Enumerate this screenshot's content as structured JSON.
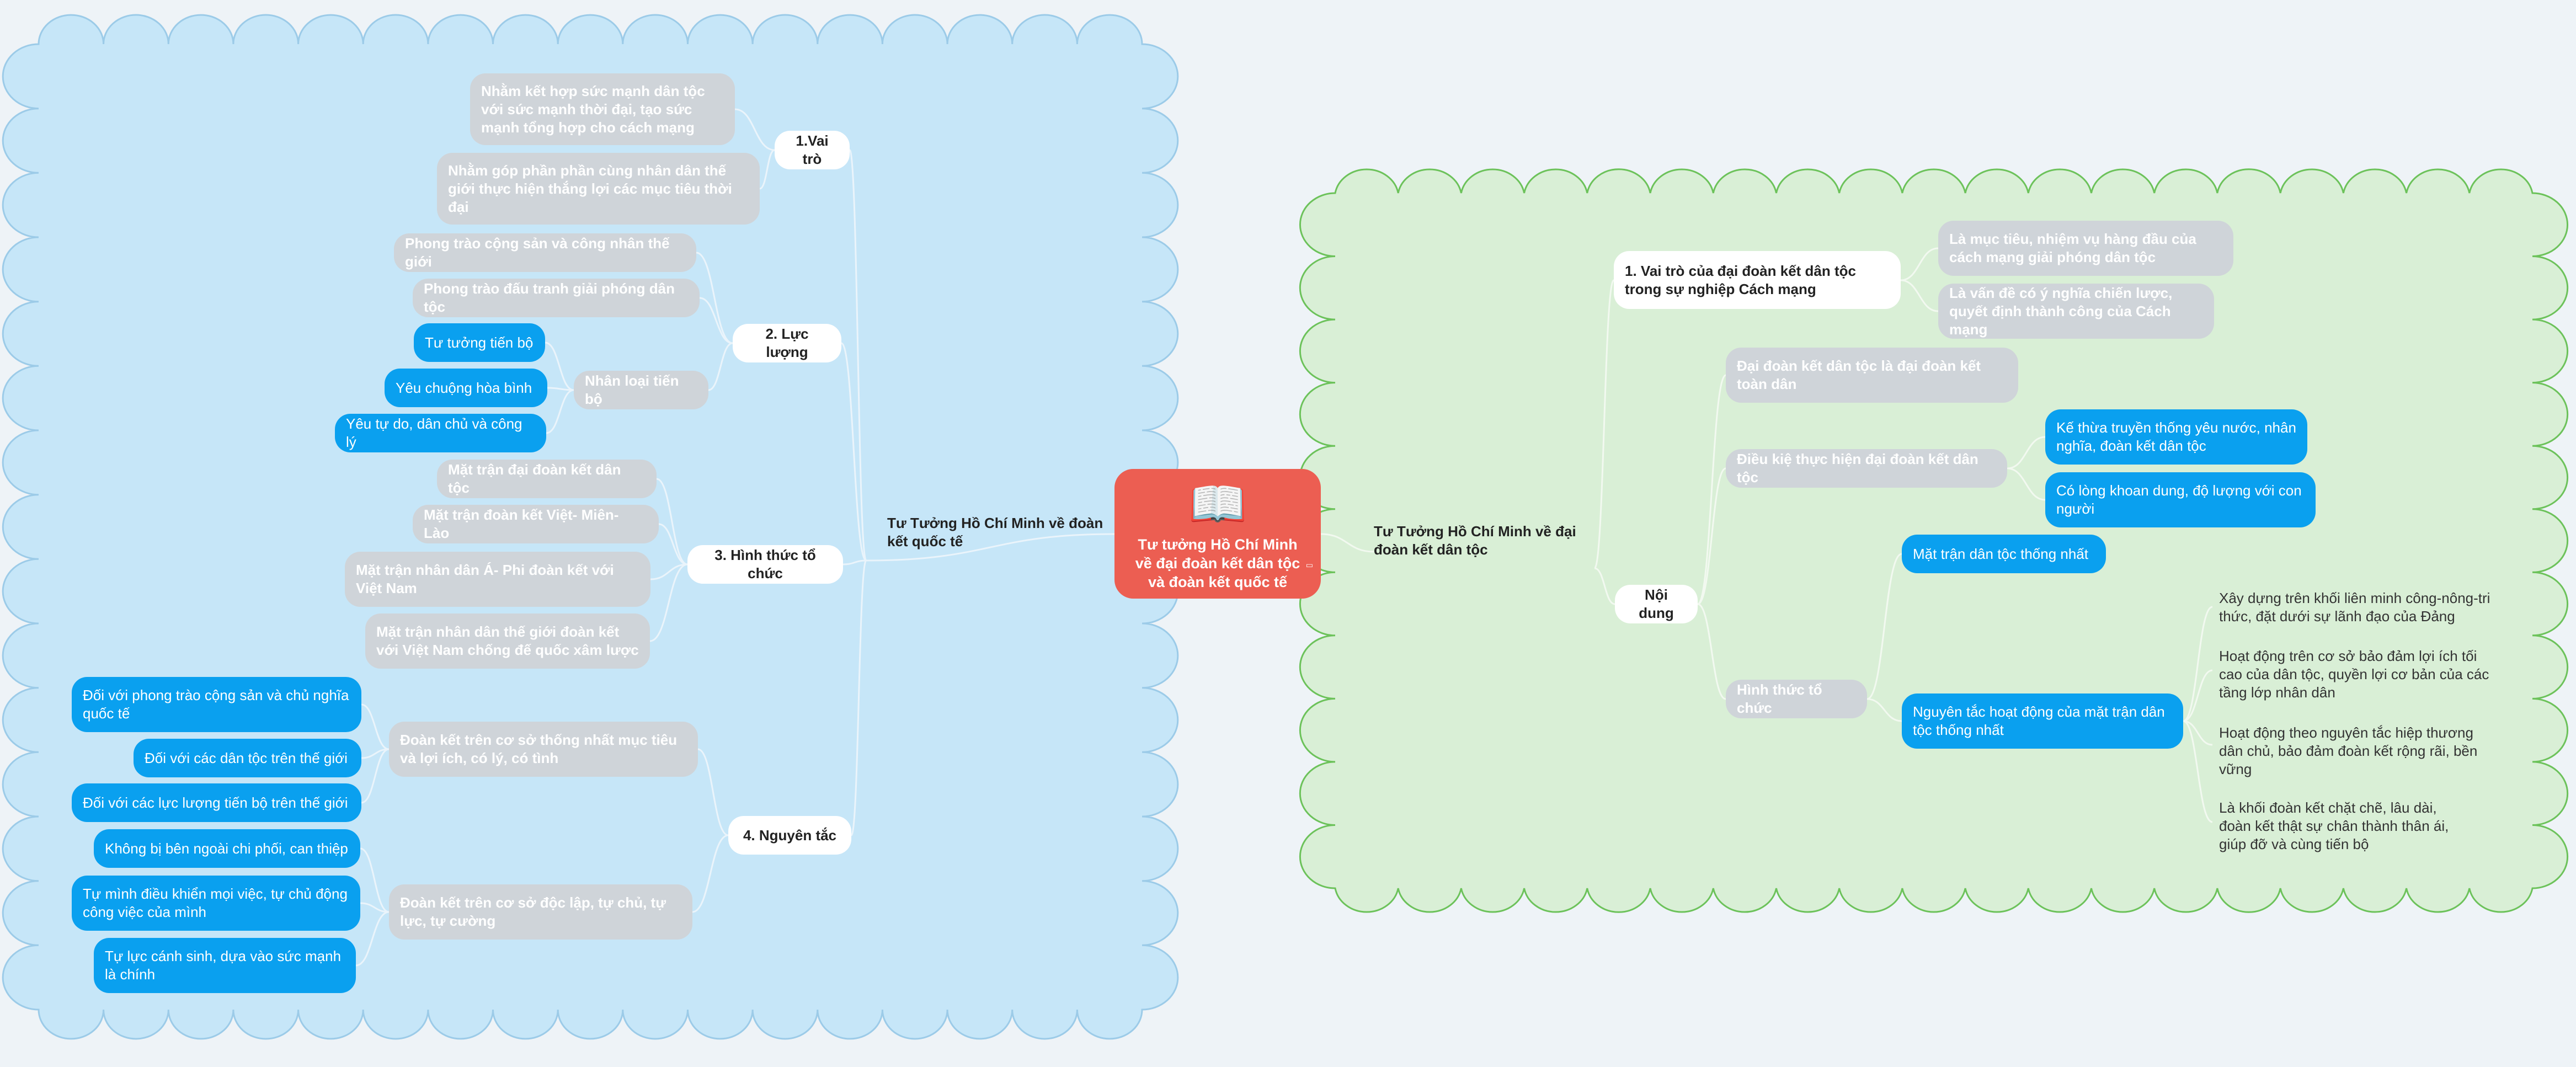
{
  "root": {
    "icon": "open-book-icon",
    "title": "Tư tưởng Hồ Chí Minh về đại đoàn kết dân tộc và đoàn kết quốc tế",
    "note_icon": "note-icon"
  },
  "left": {
    "branch_title": "Tư Tưởng Hồ Chí Minh về đoàn kết quốc tế",
    "vaitro": {
      "label": "1.Vai trò",
      "items": [
        "Nhằm kết hợp sức mạnh dân tộc  với sức mạnh thời đại, tạo sức mạnh tổng hợp cho cách mạng",
        "Nhằm góp phần phần cùng nhân dân thế giới thực hiện thắng lợi các mục tiêu thời đại"
      ]
    },
    "lucluong": {
      "label": "2. Lực lượng",
      "items": [
        "Phong trào cộng sản và công nhân thế giới",
        "Phong trào đấu tranh giải phóng dân tộc"
      ],
      "nhanloai": {
        "label": "Nhân loại tiến bộ",
        "items": [
          "Tư tưởng tiến bộ",
          "Yêu  chuộng hòa bình",
          "Yêu tự do, dân chủ và công lý"
        ]
      }
    },
    "hinhthuc": {
      "label": "3. Hình thức tổ chức",
      "items": [
        "Mặt trận đại đoàn kết dân tộc",
        "Mặt trận đoàn kết Việt- Miên- Lào",
        "Mặt trận nhân dân Á- Phi đoàn kết với Việt Nam",
        "Mặt trận nhân dân thế giới đoàn kết với Việt Nam chống đế quốc xâm lược"
      ]
    },
    "nguyentac": {
      "label": "4. Nguyên tắc",
      "g1": {
        "label": "Đoàn kết trên cơ sở thống nhất mục tiêu và lợi ích, có lý, có tình",
        "items": [
          "Đối với phong trào cộng sản và chủ nghĩa quốc tế",
          "Đối với các dân tộc trên thế giới",
          "Đối với các lực lượng tiến bộ trên thế giới"
        ]
      },
      "g2": {
        "label": "Đoàn kết trên cơ sở độc lập, tự chủ, tự lực, tự cường",
        "items": [
          "Không bị bên ngoài chi phối, can thiệp",
          "Tự mình điều khiển mọi việc, tự chủ động công việc của mình",
          "Tự lực cánh sinh, dựa vào sức mạnh là chính"
        ]
      }
    }
  },
  "right": {
    "branch_title": "Tư Tưởng Hồ Chí Minh về đại đoàn kết dân tộc",
    "vaitro": {
      "label": "1. Vai trò của đại đoàn kết dân tộc trong sự nghiệp Cách mạng",
      "items": [
        "Là mục tiêu, nhiệm vụ hàng đầu của cách mạng giải phóng dân tộc",
        "Là vấn đề có ý nghĩa chiến lược, quyết định thành công của Cách mạng"
      ]
    },
    "noidung": {
      "label": "Nội dung",
      "toandan": "Đại đoàn kết dân tộc là đại đoàn kết toàn dân",
      "dieukien": {
        "label": "Điều kiệ thực hiện đại đoàn kết dân tộc",
        "items": [
          "Kế thừa truyền thống yêu nước, nhân nghĩa, đoàn kết dân tộc",
          "Có lòng khoan dung, độ lượng với con người"
        ]
      },
      "hinhthuc": {
        "label": "Hình thức tổ chức",
        "mattran": "Mặt trận dân tộc thống nhất",
        "nguyentac": {
          "label": "Nguyên tắc hoạt động của mặt trận dân tộc thống nhất",
          "items": [
            "Xây dựng trên khối liên minh công-nông-tri thức, đặt dưới sự lãnh đạo của Đảng",
            "Hoạt động trên cơ sở bảo đảm lợi ích tối cao của dân tộc, quyền lợi cơ bản của các tầng lớp nhân dân",
            "Hoạt động theo nguyên tắc hiệp thương dân chủ, bảo đảm đoàn kết rộng rãi, bền vững",
            "Là khối đoàn kết chặt chẽ, lâu dài, đoàn kết thật sự chân thành thân ái, giúp đỡ và cùng tiến bộ"
          ]
        }
      }
    }
  },
  "colors": {
    "left_region": "#c6e6f8",
    "left_border": "#9ccbe8",
    "right_region": "#d9efd6",
    "right_border": "#6cc25a",
    "root": "#ec5e52",
    "blue_node": "#0aa0ef",
    "gray_node": "#cfd4d9"
  }
}
